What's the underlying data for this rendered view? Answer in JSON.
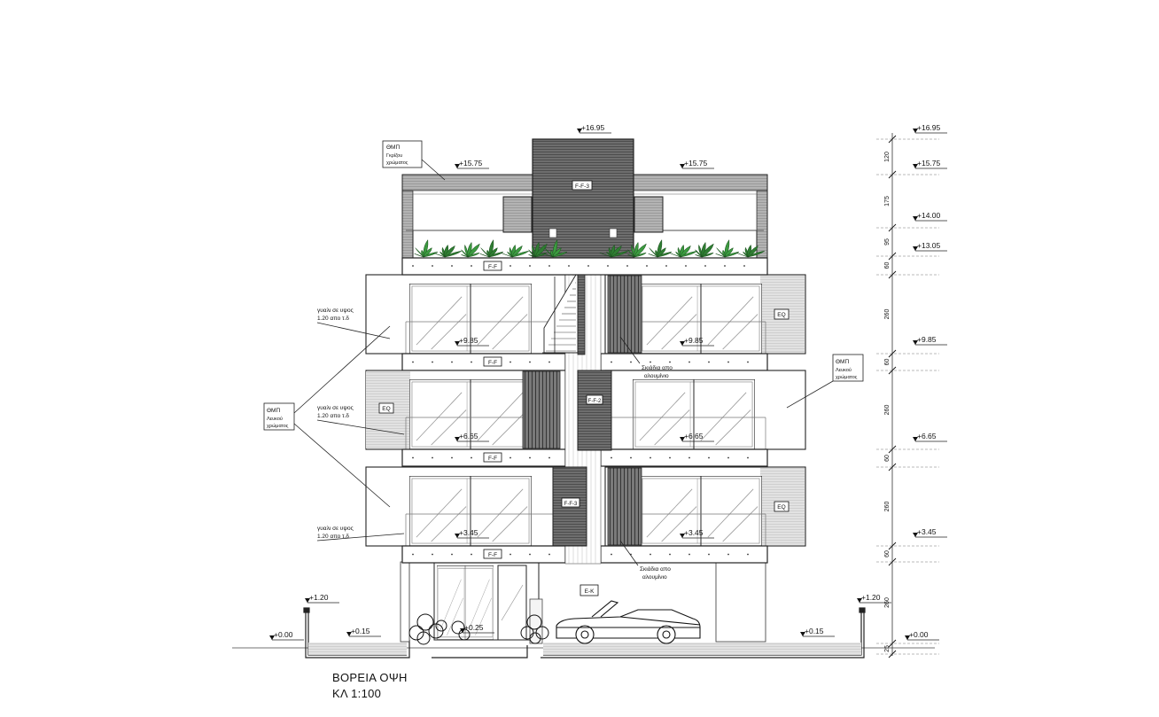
{
  "title": {
    "line1": "ΒΟΡΕΙΑ ΟΨΗ",
    "line2": "ΚΛ 1:100"
  },
  "levels": {
    "l1695": "+16.95",
    "l1575": "+15.75",
    "l1400": "+14.00",
    "l1305": "+13.05",
    "l985": "+9.85",
    "l665": "+6.65",
    "l345": "+3.45",
    "l120": "+1.20",
    "l015": "+0.15",
    "l025": "+0.25",
    "l000": "+0.00"
  },
  "dimensions": [
    "120",
    "175",
    "95",
    "60",
    "260",
    "60",
    "260",
    "60",
    "260",
    "60",
    "260",
    "25"
  ],
  "tags": {
    "ff": "F-F",
    "ff3": "F-F-3",
    "ff2": "F-F-2",
    "eq": "EQ",
    "ek": "E-K"
  },
  "notes": {
    "thmp_grey": [
      "ΘΜΠ",
      "Γκρίζου",
      "χρώματος"
    ],
    "thmp_white": [
      "ΘΜΠ",
      "Λευκού",
      "χρώματος"
    ],
    "glass": [
      "γυαλι σε υψος",
      "1.20 απο τ.δ"
    ],
    "shades": [
      "Σκιάδια απο",
      "αλουμίνιο"
    ]
  }
}
